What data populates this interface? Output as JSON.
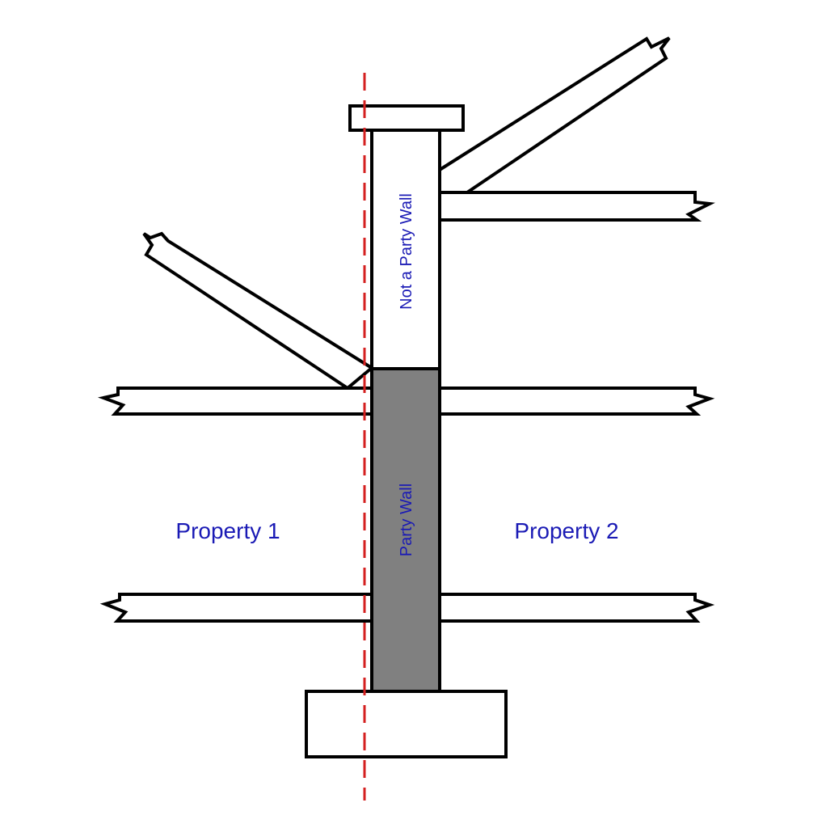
{
  "labels": {
    "property_1": "Property 1",
    "property_2": "Property 2",
    "party_wall": "Party Wall",
    "not_party_wall": "Not a Party Wall"
  },
  "colors": {
    "outline": "#000000",
    "fill": "#ffffff",
    "party_wall_fill": "#808080",
    "text": "#1a1ab5",
    "boundary_line": "#d42020"
  }
}
